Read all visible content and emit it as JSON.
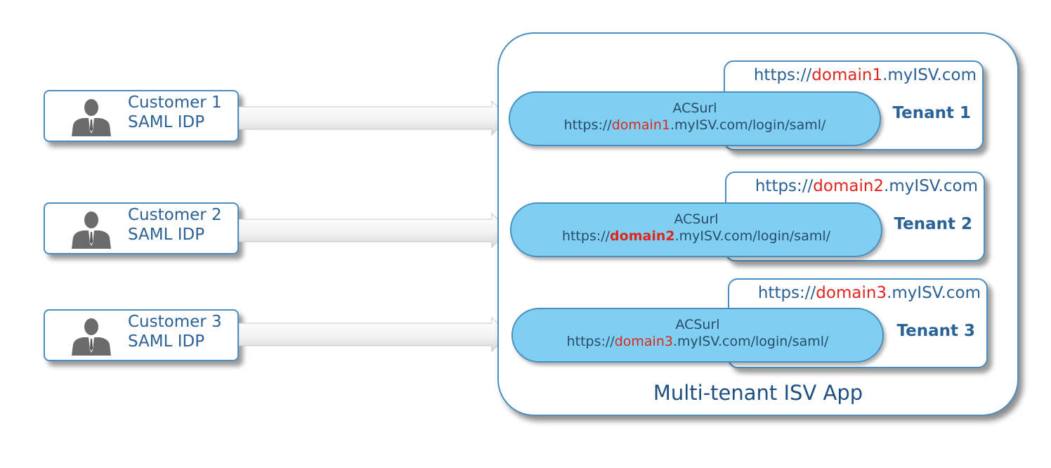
{
  "app": {
    "title": "Multi-tenant ISV App"
  },
  "customers": [
    {
      "line1": "Customer 1",
      "line2": "SAML IDP"
    },
    {
      "line1": "Customer 2",
      "line2": "SAML IDP"
    },
    {
      "line1": "Customer 3",
      "line2": "SAML IDP"
    }
  ],
  "tenants": [
    {
      "name": "Tenant 1",
      "url_prefix": "https://",
      "url_domain": "domain1",
      "url_suffix": ".myISV.com",
      "acs_label": "ACSurl",
      "acs_prefix": "https://",
      "acs_domain": "domain1",
      "acs_suffix": ".myISV.com/login/saml/"
    },
    {
      "name": "Tenant 2",
      "url_prefix": "https://",
      "url_domain": "domain2",
      "url_suffix": ".myISV.com",
      "acs_label": "ACSurl",
      "acs_prefix": "https://",
      "acs_domain": "domain2",
      "acs_suffix": ".myISV.com/login/saml/"
    },
    {
      "name": "Tenant 3",
      "url_prefix": "https://",
      "url_domain": "domain3",
      "url_suffix": ".myISV.com",
      "acs_label": "ACSurl",
      "acs_prefix": "https://",
      "acs_domain": "domain3",
      "acs_suffix": ".myISV.com/login/saml/"
    }
  ],
  "colors": {
    "border": "#4a8fc0",
    "text": "#2a6196",
    "highlight": "#e0241e",
    "pill": "#7fcff2"
  },
  "icons": {
    "customer": "person-icon",
    "flow": "arrow-right-icon"
  }
}
